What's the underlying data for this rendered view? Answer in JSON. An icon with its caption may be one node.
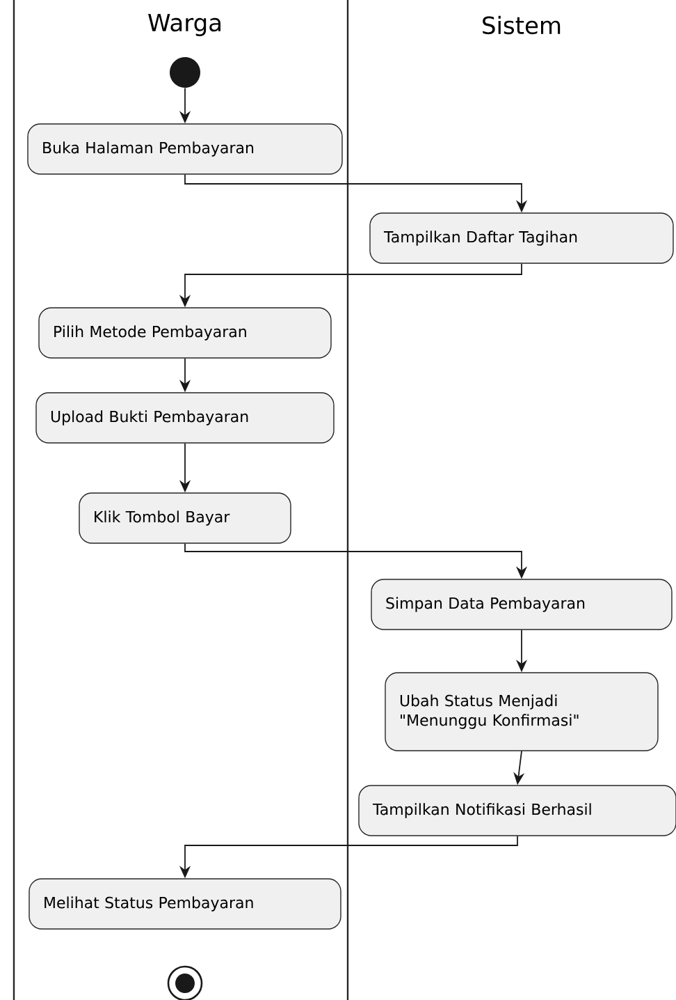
{
  "diagram": {
    "nodes": [
      {
        "text": [],
        "shape": "circle"
      },
      {
        "text": [
          "Buka Halaman Pembayaran"
        ]
      },
      {
        "text": [
          "Tampilkan Daftar Tagihan"
        ]
      },
      {
        "text": [
          "Pilih Metode Pembayaran"
        ]
      },
      {
        "text": [
          "Upload Bukti Pembayaran"
        ]
      },
      {
        "text": [
          "Klik Tombol Bayar"
        ]
      },
      {
        "text": [
          "Simpan Data Pembayaran"
        ]
      },
      {
        "text": [
          "Ubah Status Menjadi \"Menunggu Konfirmasi\""
        ]
      },
      {
        "text": [
          "Tampilkan Notifikasi Berhasil"
        ]
      },
      {
        "text": [
          "Melihat Status Pembayaran"
        ]
      },
      {
        "text": [],
        "shape": "circle"
      }
    ],
    "edges": [
      {
        "from": 0,
        "to": 1,
        "arrow": "to"
      },
      {
        "from": 1,
        "to": 2,
        "arrow": "to"
      },
      {
        "from": 2,
        "to": 3,
        "arrow": "to"
      },
      {
        "from": 3,
        "to": 4,
        "arrow": "to"
      },
      {
        "from": 4,
        "to": 5,
        "arrow": "to"
      },
      {
        "from": 5,
        "to": 6,
        "arrow": "to"
      },
      {
        "from": 6,
        "to": 7,
        "arrow": "to"
      },
      {
        "from": 7,
        "to": 8,
        "arrow": "to"
      },
      {
        "from": 8,
        "to": 9,
        "arrow": "to"
      }
    ],
    "labels": [
      "Warga",
      "Sistem"
    ]
  }
}
